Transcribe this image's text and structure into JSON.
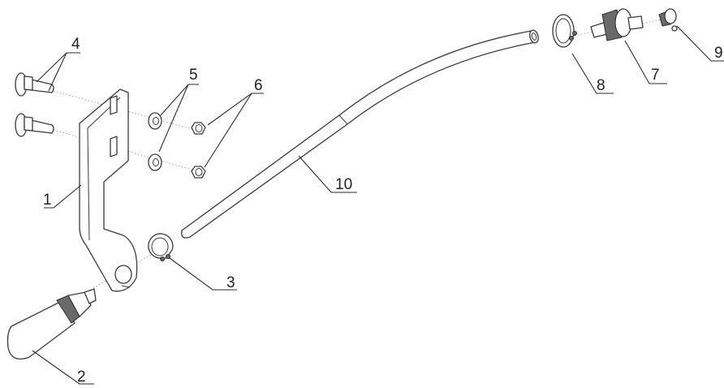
{
  "callouts": [
    {
      "number": "1",
      "part": "mounting-bracket"
    },
    {
      "number": "2",
      "part": "handle-knob"
    },
    {
      "number": "3",
      "part": "retaining-ring-lower"
    },
    {
      "number": "4",
      "part": "carriage-bolts"
    },
    {
      "number": "5",
      "part": "flat-washers"
    },
    {
      "number": "6",
      "part": "lock-nuts"
    },
    {
      "number": "7",
      "part": "pivot-fitting"
    },
    {
      "number": "8",
      "part": "retaining-ring-upper"
    },
    {
      "number": "9",
      "part": "end-cap-fitting"
    },
    {
      "number": "10",
      "part": "control-rod"
    }
  ]
}
